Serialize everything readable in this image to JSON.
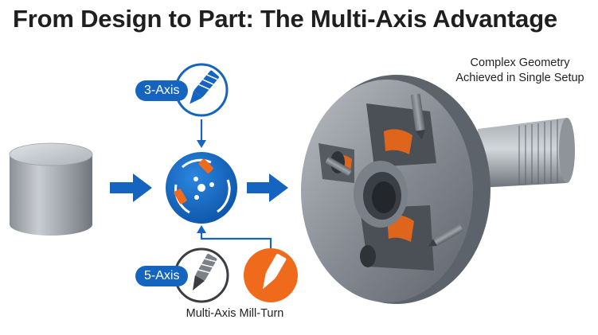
{
  "title": "From Design to Part: The Multi-Axis Advantage",
  "labels": {
    "three_axis": "3-Axis",
    "five_axis": "5-Axis",
    "mill_turn": "Multi-Axis Mill-Turn",
    "result_line1": "Complex Geometry",
    "result_line2": "Achieved in Single Setup"
  },
  "colors": {
    "accent_blue": "#1565c0",
    "accent_orange": "#ef6a1a",
    "title_text": "#1f1f1f"
  },
  "icons": [
    "tool-icon-3-axis",
    "tool-icon-5-axis-gray",
    "tool-icon-5-axis-orange",
    "multi-axis-hub-icon",
    "raw-stock-cylinder",
    "finished-part"
  ]
}
